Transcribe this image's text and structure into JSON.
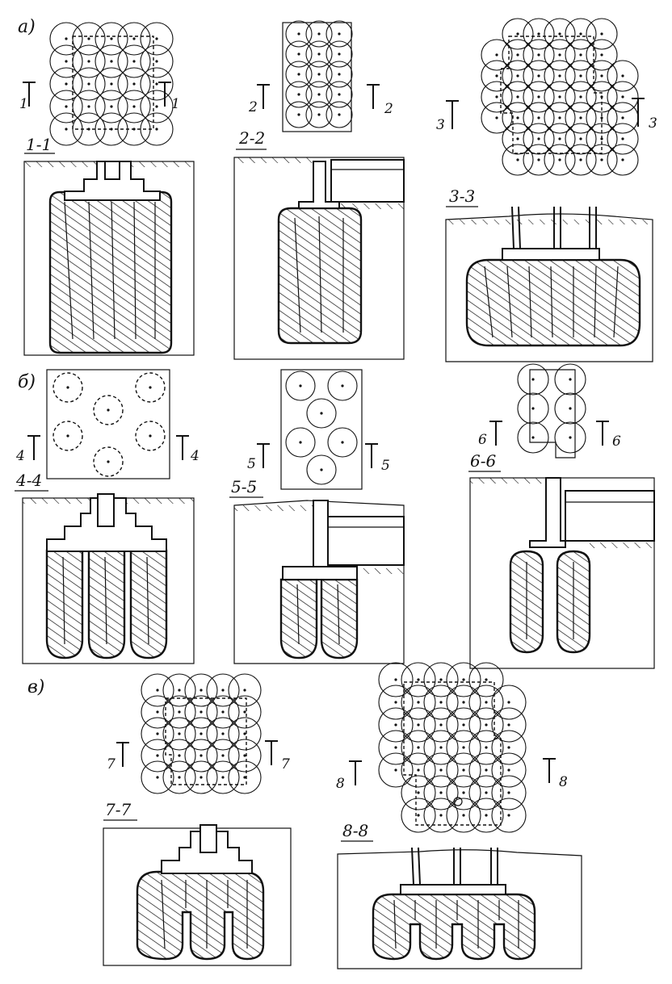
{
  "groups": {
    "a": "а)",
    "b": "б)",
    "c": "в)"
  },
  "markers": {
    "m1": "1",
    "m2": "2",
    "m3": "3",
    "m4": "4",
    "m5": "5",
    "m6": "6",
    "m7": "7",
    "m8": "8"
  },
  "sections": {
    "s1": "1-1",
    "s2": "2-2",
    "s3": "3-3",
    "s4": "4-4",
    "s5": "5-5",
    "s6": "6-6",
    "s7": "7-7",
    "s8": "8-8"
  }
}
